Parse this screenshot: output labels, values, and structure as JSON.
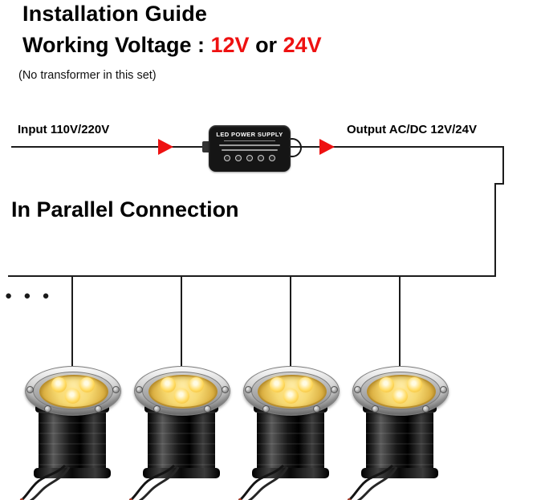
{
  "page": {
    "title": "Installation Guide",
    "voltage": {
      "label": "Working Voltage : ",
      "value1": "12V",
      "separator": " or ",
      "value2": "24V"
    },
    "note": "(No transformer in this set)"
  },
  "wiring": {
    "input_label": "Input 110V/220V",
    "output_label": "Output AC/DC 12V/24V",
    "power_supply": {
      "label": "LED POWER SUPPLY"
    }
  },
  "parallel": {
    "title": "In Parallel Connection",
    "continuation_dots": "● ● ●",
    "light_count": 4
  },
  "colors": {
    "accent_red": "#ee1111",
    "wire_black": "#1c1c1c",
    "glow_yellow": "#f6d973",
    "flange_silver": "#c9c9c9"
  }
}
